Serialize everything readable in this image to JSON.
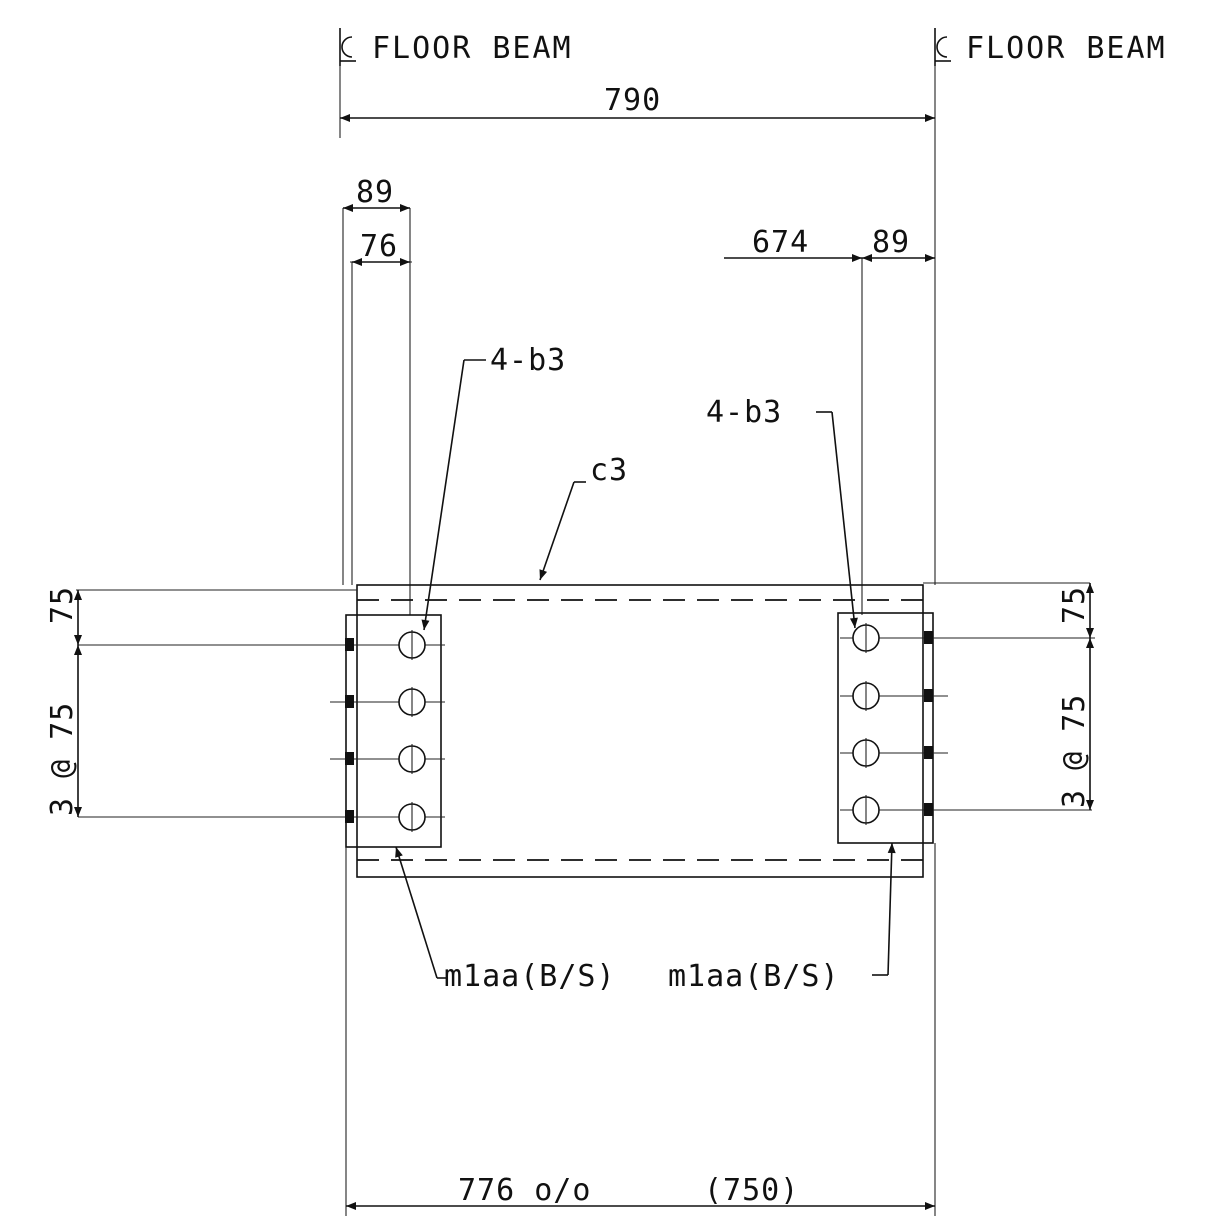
{
  "labels": {
    "cl_left": "FLOOR BEAM",
    "cl_right": "FLOOR BEAM",
    "dim_790": "790",
    "dim_89_left": "89",
    "dim_76": "76",
    "dim_674": "674",
    "dim_89_right": "89",
    "bolt_left": "4-b3",
    "bolt_right": "4-b3",
    "member_c3": "c3",
    "dim_75_left": "75",
    "dim_3at75_left": "3 @ 75",
    "dim_75_right": "75",
    "dim_3at75_right": "3 @ 75",
    "splice_left": "m1aa(B/S)",
    "splice_right": "m1aa(B/S)",
    "dim_776": "776 o/o",
    "dim_750": "(750)"
  },
  "symbols": {
    "centerline": "centerline-symbol"
  },
  "colors": {
    "ink": "#111111",
    "paper": "#ffffff"
  }
}
